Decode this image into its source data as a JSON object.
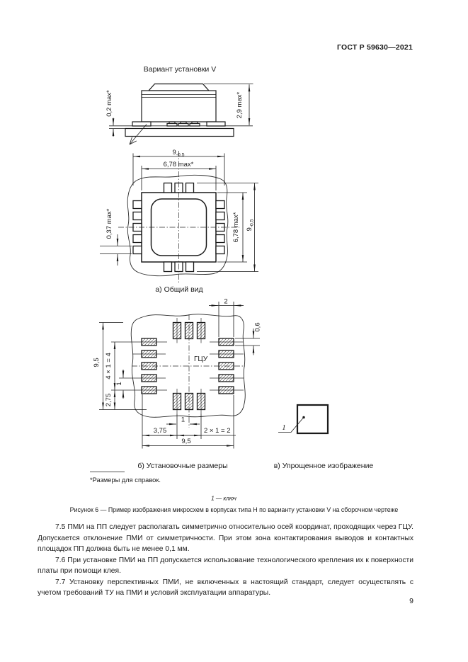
{
  "doc": {
    "header": "ГОСТ Р 59630—2021",
    "page_number": "9"
  },
  "figure": {
    "title": "Вариант установки V",
    "side_view": {
      "dim_gap": "0,2 max*",
      "dim_height": "2,9 max*"
    },
    "general_view": {
      "label": "а) Общий вид",
      "dim_overall_main": "9",
      "dim_overall_tol": "-0,5",
      "dim_body": "6,78 max*",
      "dim_pad_height": "0,37 max*"
    },
    "mount_view": {
      "label": "б) Установочные размеры",
      "center_point": "ГЦУ",
      "dim_height": "9,5",
      "dim_group_vertical": "4 × 1 = 4",
      "dim_pitch_vertical": "1",
      "dim_edge_offset": "2,75",
      "dim_left_offset": "3,75",
      "dim_pitch_horizontal": "1",
      "dim_group_horizontal": "2 × 1 = 2",
      "dim_width": "9,5",
      "dim_pad_width": "2",
      "dim_pad_height": "0,6"
    },
    "simplified_view": {
      "label": "в) Упрощенное изображение",
      "key_ref": "1"
    },
    "footnote": "*Размеры для справок.",
    "legend": "1 — ключ",
    "caption": "Рисунок 6 — Пример изображения микросхем в корпусах типа Н по варианту установки V на сборочном чертеже"
  },
  "body": {
    "paragraphs": [
      "7.5 ПМИ на ПП следует располагать симметрично относительно осей координат, проходящих через ГЦУ. Допускается отклонение ПМИ от симметричности. При этом зона контактирования выводов и контактных площадок ПП должна быть не менее 0,1 мм.",
      "7.6 При установке ПМИ на ПП допускается использование технологического крепления их к поверхности платы при помощи клея.",
      "7.7 Установку перспективных ПМИ, не включенных в настоящий стандарт, следует осуществлять с учетом требований ТУ на ПМИ и условий эксплуатации аппаратуры."
    ]
  }
}
